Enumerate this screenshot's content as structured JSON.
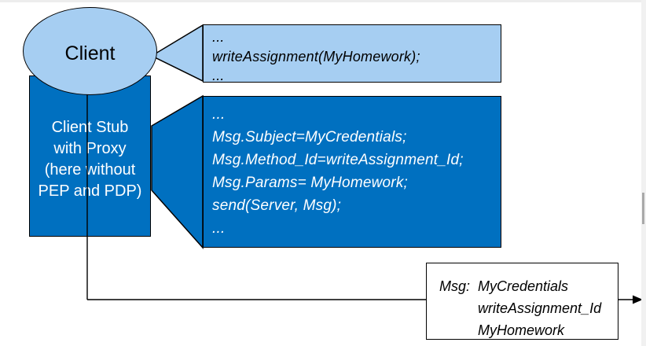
{
  "colors": {
    "light_blue": "#a6cef2",
    "dark_blue": "#0070c0",
    "stroke": "#000000",
    "scrollbar_track": "#f1f1f1",
    "scrollbar_thumb": "#a9a9a9"
  },
  "client": {
    "label": "Client"
  },
  "client_stub": {
    "lines": [
      "Client Stub",
      "with Proxy",
      "(here without",
      "PEP and PDP)"
    ]
  },
  "client_code_callout": {
    "lines": [
      "...",
      "writeAssignment(MyHomework);",
      "..."
    ]
  },
  "stub_code_callout": {
    "lines": [
      "...",
      "Msg.Subject=MyCredentials;",
      "Msg.Method_Id=writeAssignment_Id;",
      "Msg.Params= MyHomework;",
      "send(Server, Msg);",
      "..."
    ]
  },
  "message": {
    "label": "Msg:",
    "values": [
      "MyCredentials",
      "writeAssignment_Id",
      "MyHomework"
    ]
  }
}
